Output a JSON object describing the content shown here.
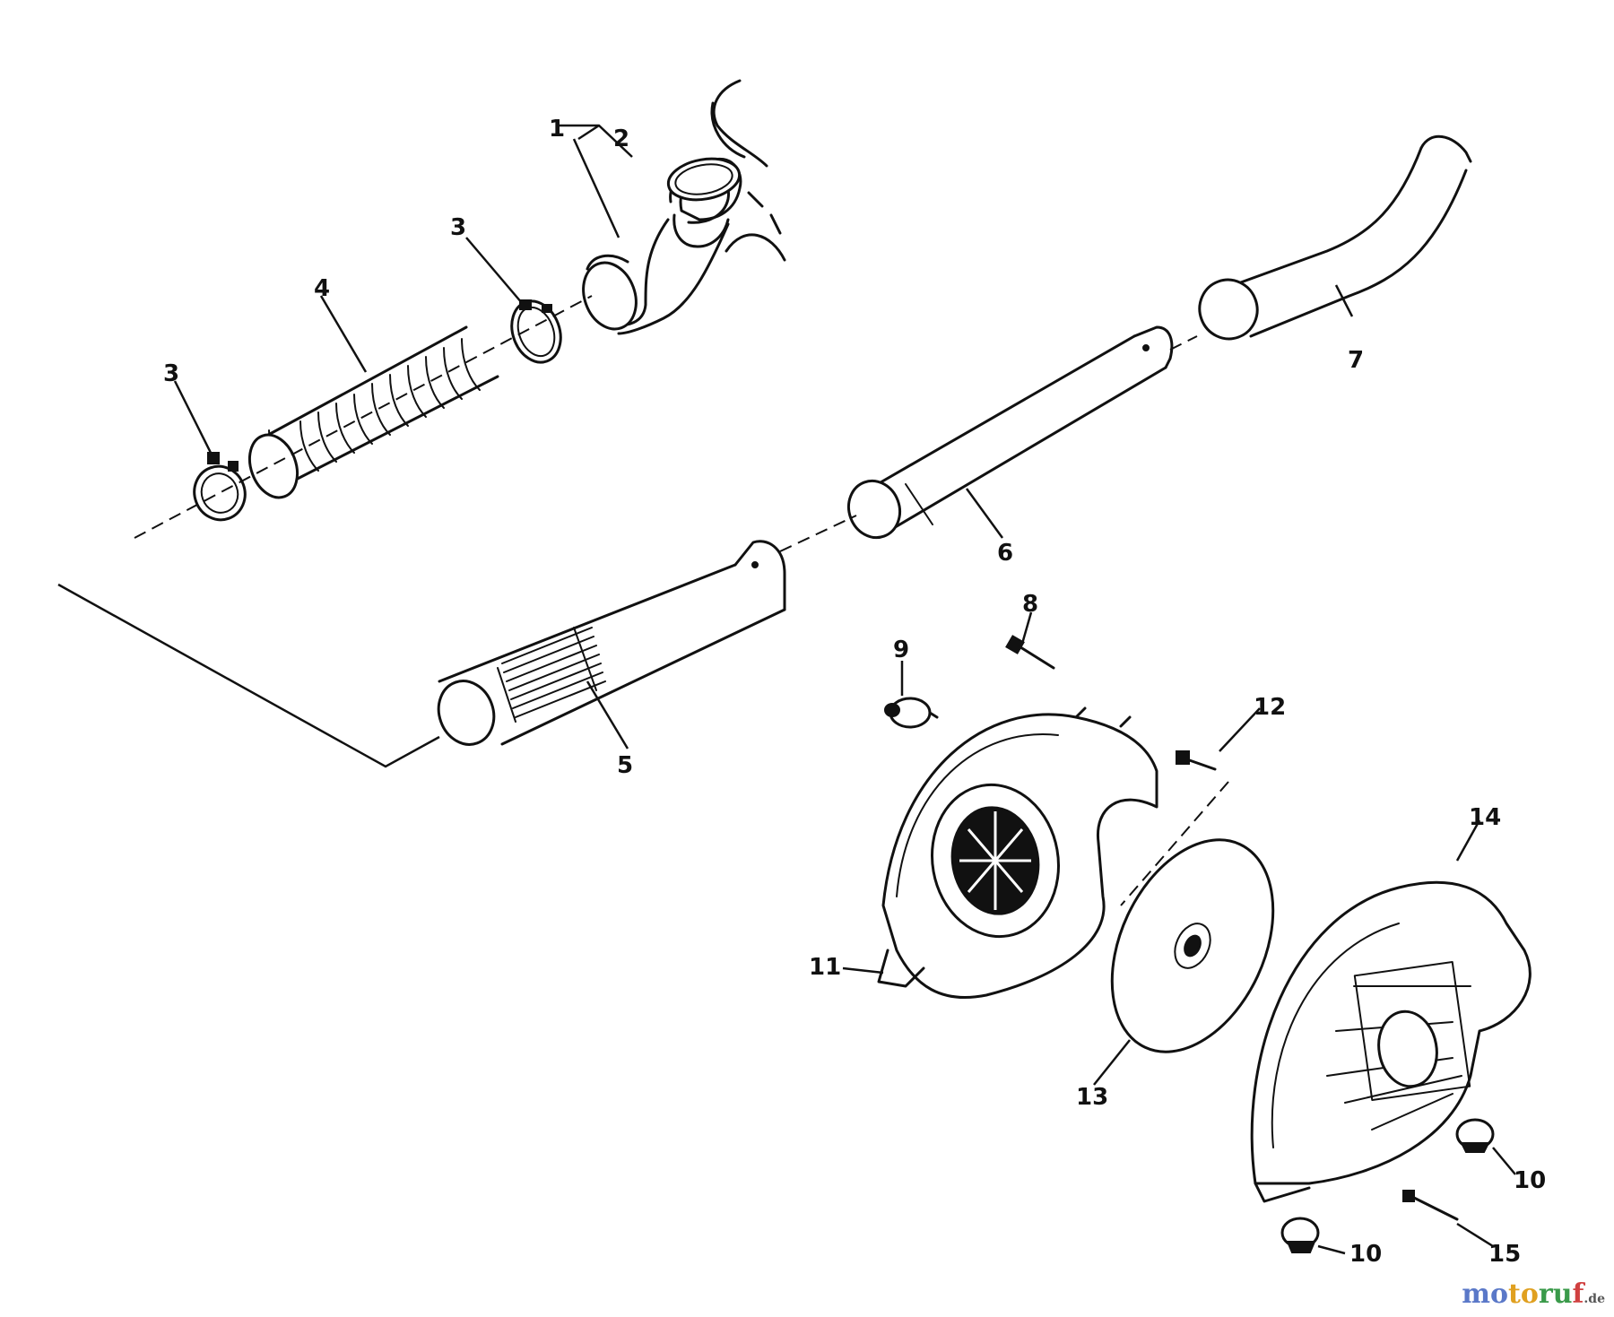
{
  "callouts": {
    "c1": "1",
    "c2": "2",
    "c3a": "3",
    "c3b": "3",
    "c4": "4",
    "c5": "5",
    "c6": "6",
    "c7": "7",
    "c8": "8",
    "c9": "9",
    "c10a": "10",
    "c10b": "10",
    "c11": "11",
    "c12": "12",
    "c13": "13",
    "c14": "14",
    "c15": "15"
  },
  "watermark": {
    "m": "mo",
    "t": "to",
    "r": "ru",
    "f": "f",
    "tld": ".de"
  }
}
